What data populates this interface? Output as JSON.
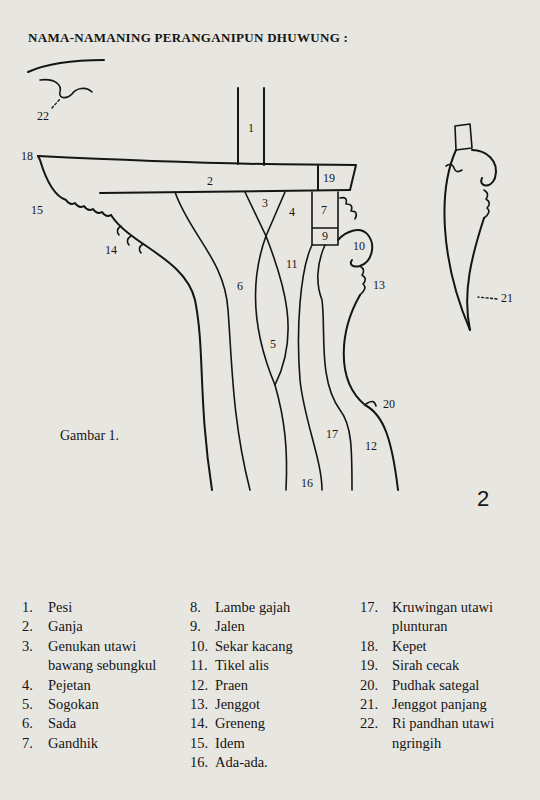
{
  "diagram": {
    "title": "NAMA-NAMANING PERANGANIPUN DHUWUNG :",
    "labels": [
      "1",
      "2",
      "3",
      "4",
      "5",
      "6",
      "7",
      "9",
      "10",
      "11",
      "12",
      "13",
      "14",
      "15",
      "16",
      "17",
      "18",
      "19",
      "20",
      "21",
      "22",
      "Gambar 1.",
      "2",
      "1.",
      "Pesi",
      "2.",
      "Ganja",
      "3.",
      "Genukan utawi bawang sebungkul",
      "4.",
      "Pejetan",
      "5.",
      "Sogokan",
      "6.",
      "Sada",
      "7.",
      "Gandhik",
      "8.",
      "Lambe gajah",
      "9.",
      "Jalen",
      "10.",
      "Sekar kacang",
      "11.",
      "Tikel alis",
      "12.",
      "Praen",
      "13.",
      "Jenggot",
      "14.",
      "Greneng",
      "15.",
      "Idem",
      "16.",
      "Ada-ada.",
      "17.",
      "Kruwingan utawi plunturan",
      "18.",
      "Kepet",
      "19.",
      "Sirah cecak",
      "20.",
      "Pudhak sategal",
      "21.",
      "Jenggot panjang",
      "22.",
      "Ri pandhan utawi ngringih"
    ]
  }
}
